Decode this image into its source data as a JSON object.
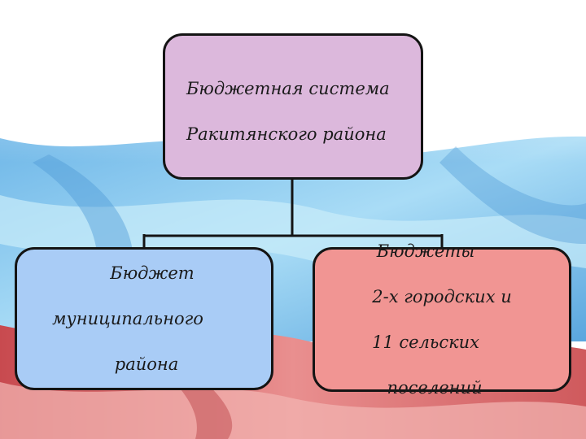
{
  "diagram": {
    "root": {
      "line1": "Бюджетная система",
      "line2": "Ракитянского района"
    },
    "children": [
      {
        "line1": "Бюджет",
        "line2": "муниципального",
        "line3": "района"
      },
      {
        "line1": "Бюджеты",
        "line2": "2-х городских и",
        "line3": "11 сельских",
        "line4": "поселений"
      }
    ]
  },
  "colors": {
    "root_fill": "#dcb8dc",
    "left_fill": "#a9ccf6",
    "right_fill": "#f19593",
    "outline": "#141414"
  }
}
